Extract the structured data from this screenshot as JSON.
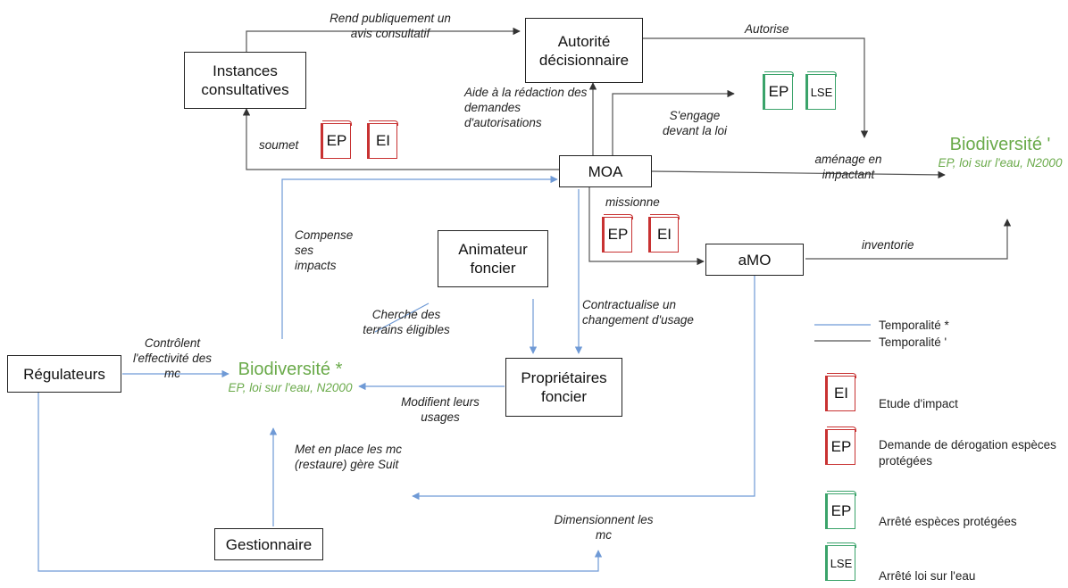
{
  "boxes": {
    "instances": "Instances consultatives",
    "autorite": "Autorité décisionnaire",
    "moa": "MOA",
    "animateur": "Animateur foncier",
    "amo": "aMO",
    "regulateurs": "Régulateurs",
    "proprietaires": "Propriétaires foncier",
    "gestionnaire": "Gestionnaire"
  },
  "biodiversity_right": {
    "title": "Biodiversité '",
    "subtitle": "EP, loi sur l'eau, N2000"
  },
  "biodiversity_left": {
    "title": "Biodiversité *",
    "subtitle": "EP, loi sur l'eau, N2000"
  },
  "labels": {
    "rend": "Rend publiquement un avis consultatif",
    "autorise": "Autorise",
    "aide": "Aide à la rédaction des demandes d'autorisations",
    "engage": "S'engage devant la loi",
    "soumet": "soumet",
    "amenage": "aménage en impactant",
    "missionne": "missionne",
    "compense": "Compense ses impacts",
    "inventorie": "inventorie",
    "contractualise": "Contractualise un changement d'usage",
    "cherche": "Cherche des terrains éligibles",
    "controlent": "Contrôlent l'effectivité des mc",
    "modifient": "Modifient leurs usages",
    "metenplace": "Met en place les mc (restaure) gère Suit",
    "dimensionnent": "Dimensionnent les mc"
  },
  "docs": {
    "ep": "EP",
    "ei": "EI",
    "lse": "LSE"
  },
  "legend": {
    "temp_star": "Temporalité *",
    "temp_prime": "Temporalité '",
    "ei": "Etude d'impact",
    "ep_red": "Demande de dérogation espèces protégées",
    "ep_green": "Arrêté espèces protégées",
    "lse": "Arrêté loi sur l'eau"
  },
  "colors": {
    "line_dark": "#444444",
    "line_blue": "#6f9ad6",
    "doc_red": "#c83232",
    "doc_green": "#3aa36a",
    "bio_green": "#6aaa4a"
  }
}
